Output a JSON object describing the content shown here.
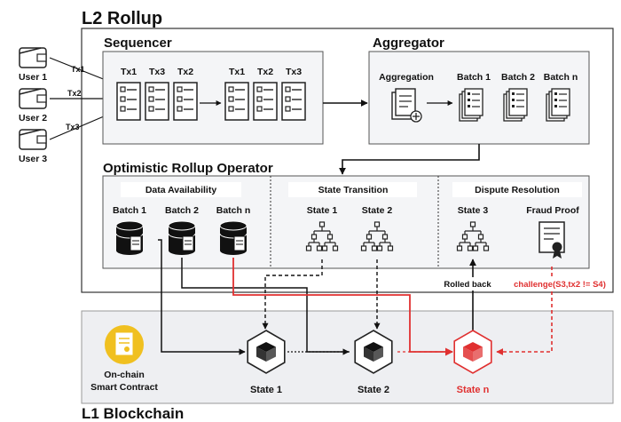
{
  "titles": {
    "l2": "L2 Rollup",
    "l1": "L1 Blockchain",
    "sequencer": "Sequencer",
    "aggregator": "Aggregator",
    "operator": "Optimistic Rollup Operator"
  },
  "users": [
    "User 1",
    "User 2",
    "User 3"
  ],
  "user_tx": [
    "Tx1",
    "Tx2",
    "Tx3"
  ],
  "sequencer": {
    "incoming": [
      "Tx1",
      "Tx3",
      "Tx2"
    ],
    "ordered": [
      "Tx1",
      "Tx2",
      "Tx3"
    ]
  },
  "aggregator": {
    "aggregation_label": "Aggregation",
    "batches": [
      "Batch 1",
      "Batch 2",
      "Batch n"
    ]
  },
  "operator": {
    "data_availability": {
      "title": "Data Availability",
      "batches": [
        "Batch 1",
        "Batch 2",
        "Batch n"
      ]
    },
    "state_transition": {
      "title": "State Transition",
      "states": [
        "State 1",
        "State 2"
      ]
    },
    "dispute_resolution": {
      "title": "Dispute Resolution",
      "state": "State 3",
      "fraud_proof": "Fraud Proof"
    }
  },
  "annotations": {
    "rolled_back": "Rolled back",
    "challenge": "challenge(S3,tx2 != S4)"
  },
  "l1": {
    "contract_line1": "On-chain",
    "contract_line2": "Smart Contract",
    "states": [
      "State 1",
      "State 2",
      "State n"
    ]
  },
  "colors": {
    "highlight": "#e03030",
    "contract_badge": "#f0c020",
    "panel_bg": "#f4f5f7",
    "l1_bg": "#eeeff2"
  }
}
